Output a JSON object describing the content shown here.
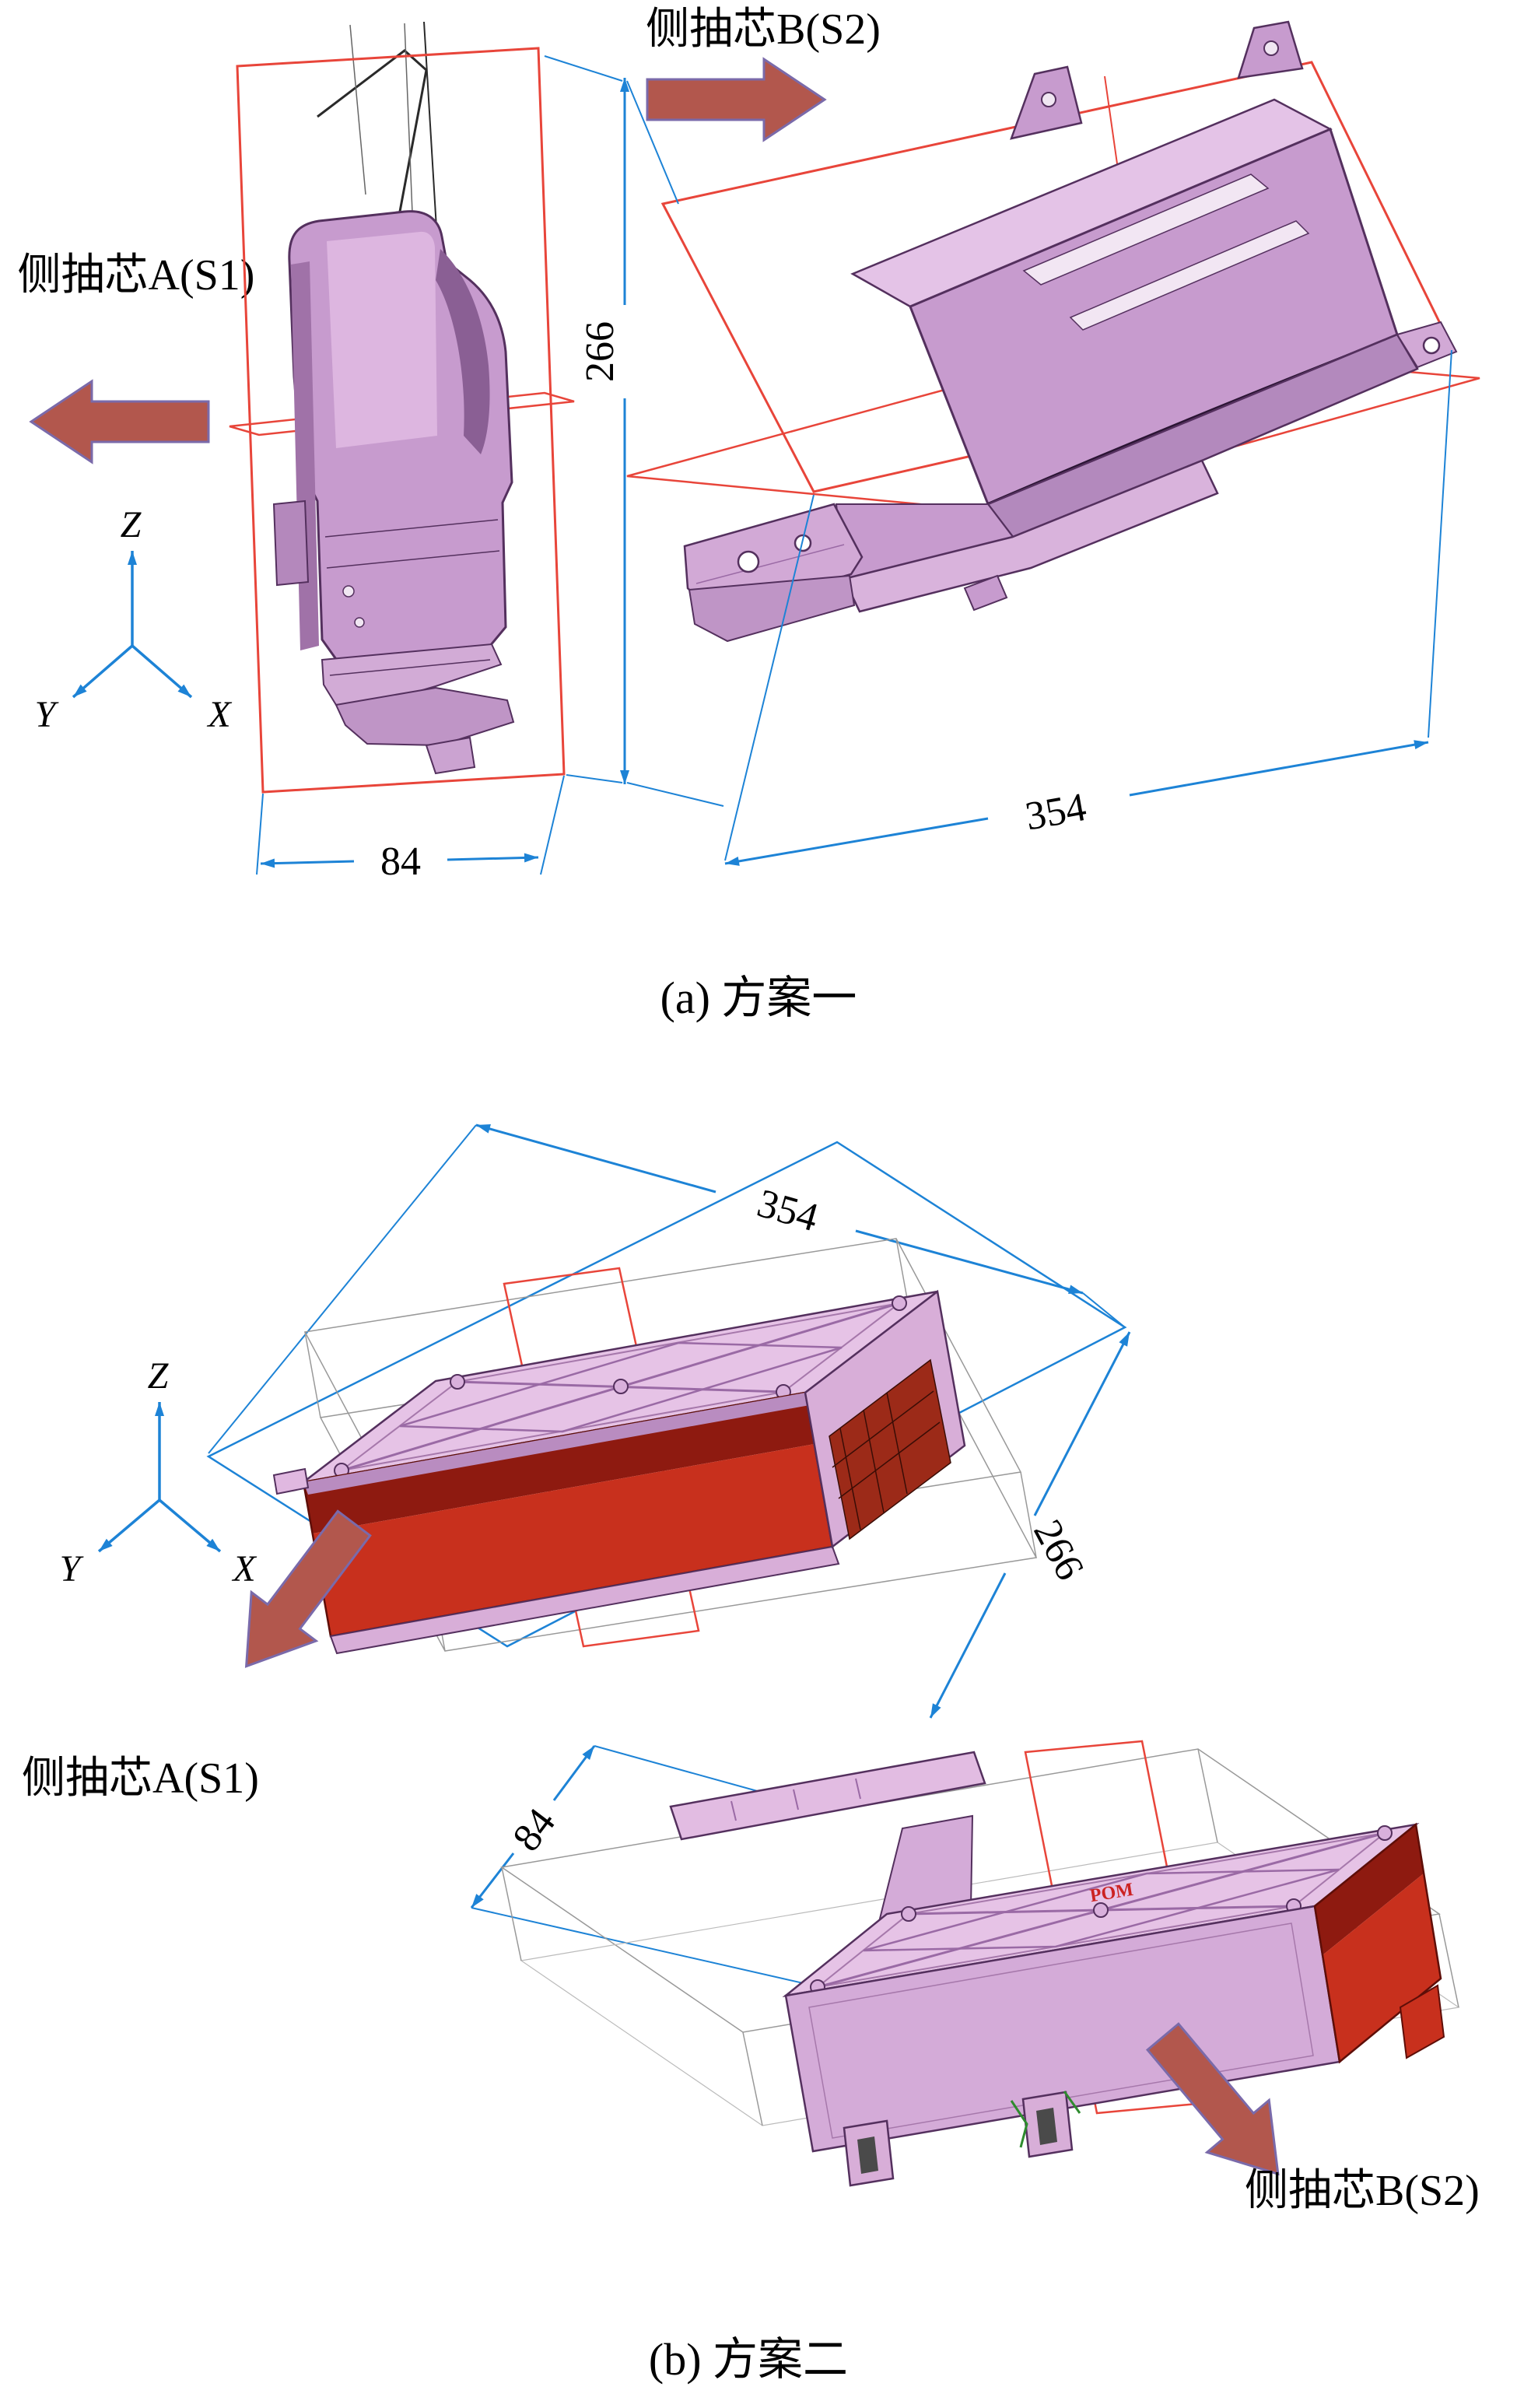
{
  "figure": {
    "panel_a": {
      "caption": "(a) 方案一",
      "label_core_b": "侧抽芯B(S2)",
      "label_core_a": "侧抽芯A(S1)",
      "dim_height": "266",
      "dim_width": "84",
      "dim_length": "354",
      "axes": {
        "z": "Z",
        "y": "Y",
        "x": "X"
      }
    },
    "panel_b": {
      "caption": "(b) 方案二",
      "label_core_a": "侧抽芯A(S1)",
      "label_core_b": "侧抽芯B(S2)",
      "dim_length": "354",
      "dim_height": "266",
      "dim_width": "84",
      "part_marking": "POM",
      "axes": {
        "z": "Z",
        "y": "Y",
        "x": "X"
      }
    },
    "colors": {
      "part_pink": "#c79bce",
      "part_pink_light": "#e6c3e6",
      "part_pink_dark": "#9a6aa5",
      "interior_red": "#c8301d",
      "interior_red_dark": "#8e1a10",
      "wireframe_red": "#e8453a",
      "wireframe_gray": "#999999",
      "dimension_blue": "#1d83d6",
      "pull_arrow_fill": "#b2574d",
      "pull_arrow_stroke": "#7a6aaa"
    }
  }
}
